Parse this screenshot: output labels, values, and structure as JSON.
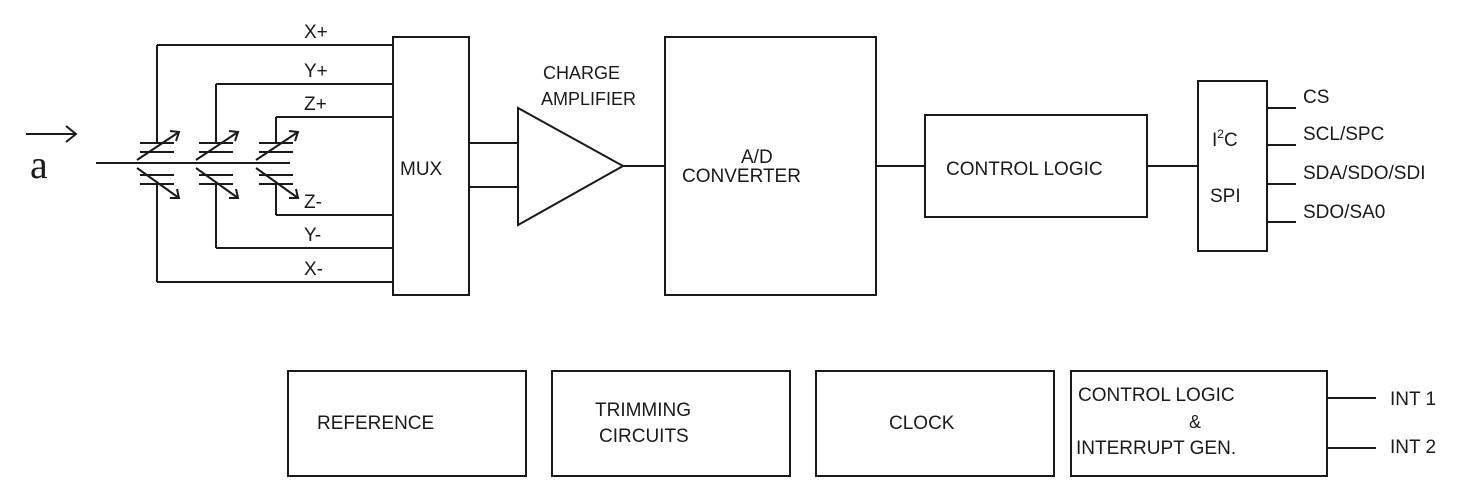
{
  "input": {
    "symbol": "a"
  },
  "mux": {
    "label": "MUX",
    "inputs": {
      "x_pos": "X+",
      "y_pos": "Y+",
      "z_pos": "Z+",
      "z_neg": "Z-",
      "y_neg": "Y-",
      "x_neg": "X-"
    }
  },
  "charge_amplifier": {
    "line1": "CHARGE",
    "line2": "AMPLIFIER"
  },
  "adc": {
    "line1": "A/D",
    "line2": "CONVERTER"
  },
  "control_logic": {
    "label": "CONTROL LOGIC"
  },
  "interface": {
    "i2c_prefix": "I",
    "i2c_sup": "2",
    "i2c_suffix": "C",
    "spi": "SPI",
    "pins": {
      "cs": "CS",
      "scl": "SCL/SPC",
      "sda": "SDA/SDO/SDI",
      "sdo": "SDO/SA0"
    }
  },
  "bottom_blocks": {
    "reference": "REFERENCE",
    "trimming_line1": "TRIMMING",
    "trimming_line2": "CIRCUITS",
    "clock": "CLOCK",
    "int_ctrl_line1": "CONTROL LOGIC",
    "int_ctrl_line2": "&",
    "int_ctrl_line3": "INTERRUPT GEN.",
    "int1": "INT 1",
    "int2": "INT 2"
  }
}
